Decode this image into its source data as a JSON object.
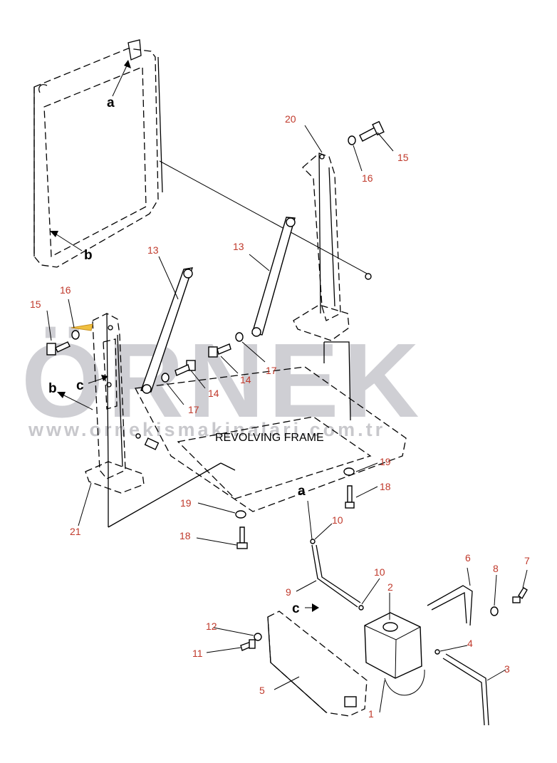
{
  "watermark": {
    "brand": "ÖRNEK",
    "url": "www.ornekismakinalari.com.tr"
  },
  "caption": "REVOLVING FRAME",
  "colors": {
    "callout": "#c0392b",
    "watermark": "#cfcfd4",
    "line": "#000000"
  },
  "callouts": {
    "c1": "1",
    "c2": "2",
    "c3": "3",
    "c4": "4",
    "c5": "5",
    "c6": "6",
    "c7": "7",
    "c8": "8",
    "c9": "9",
    "c10a": "10",
    "c10b": "10",
    "c11": "11",
    "c12": "12",
    "c13a": "13",
    "c13b": "13",
    "c14a": "14",
    "c14b": "14",
    "c15a": "15",
    "c15b": "15",
    "c16a": "16",
    "c16b": "16",
    "c17a": "17",
    "c17b": "17",
    "c18a": "18",
    "c18b": "18",
    "c19a": "19",
    "c19b": "19",
    "c20": "20",
    "c21": "21"
  },
  "refs": {
    "a1": "a",
    "a2": "a",
    "b1": "b",
    "b2": "b",
    "c1": "c",
    "c2": "c"
  }
}
